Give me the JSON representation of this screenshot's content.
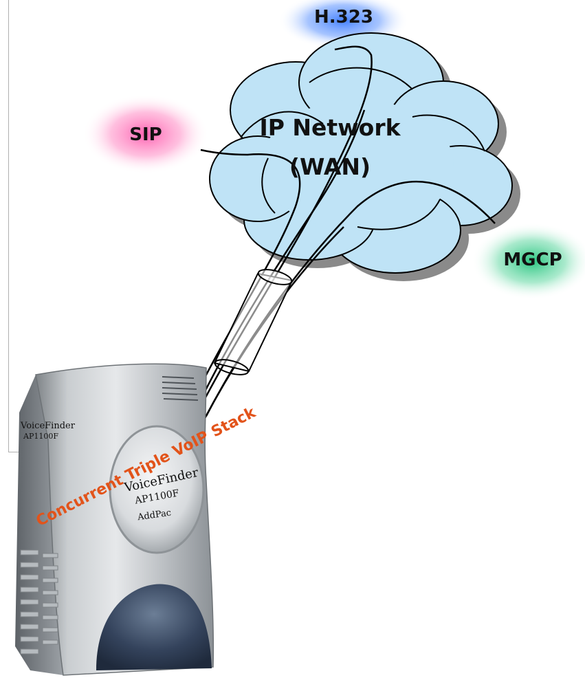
{
  "protocols": {
    "h323": "H.323",
    "sip": "SIP",
    "mgcp": "MGCP"
  },
  "network": {
    "line1": "IP Network",
    "line2": "(WAN)"
  },
  "stack_label": "Concurrent Triple VoIP Stack",
  "device": {
    "side_brand": "VoiceFinder",
    "side_model": "AP1100F",
    "front_brand": "VoiceFinder",
    "front_model": "AP1100F",
    "maker": "AddPac"
  },
  "colors": {
    "h323_glow": "#3b7bff",
    "sip_glow": "#ff4fa8",
    "mgcp_glow": "#1ec27a",
    "cloud_fill": "#bfe3f6",
    "cloud_shadow": "#8a8a8a",
    "stack_text": "#e2531a"
  }
}
